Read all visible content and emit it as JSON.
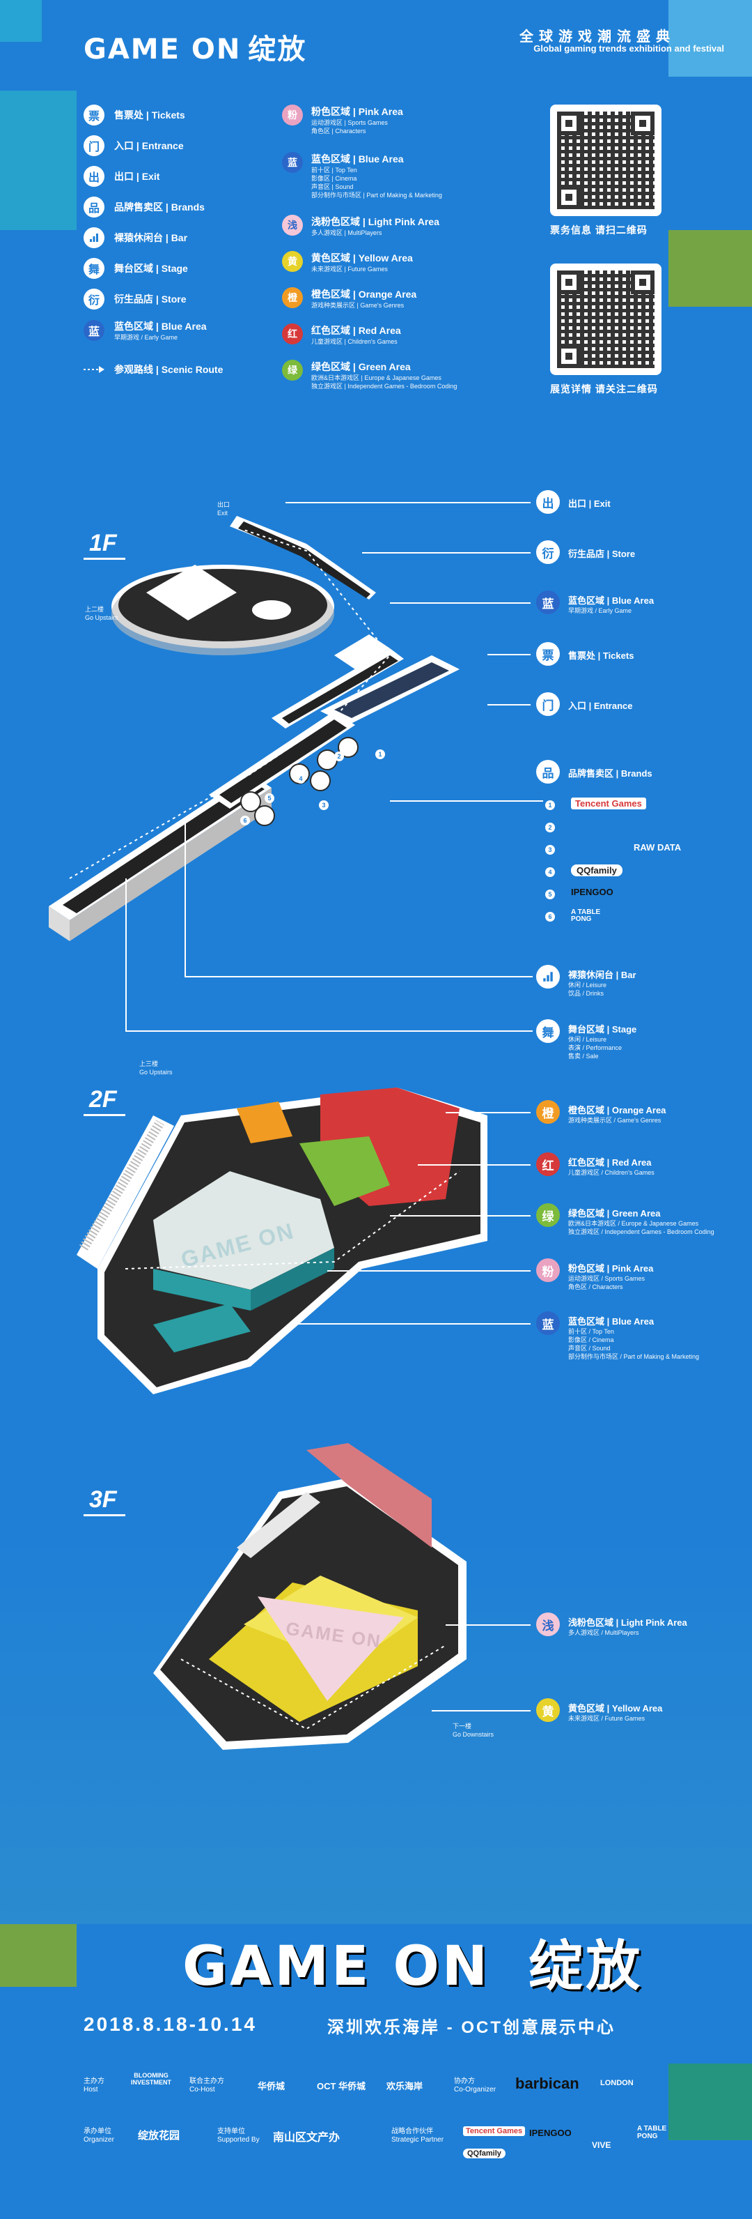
{
  "colors": {
    "bg": "#1f7fd6",
    "pink": "#e9a3c1",
    "blue": "#2a67c9",
    "light_pink": "#f3c6d8",
    "yellow": "#e6d22a",
    "orange": "#f19b23",
    "red": "#d6393a",
    "green": "#7dbb3c"
  },
  "header": {
    "logo": "GAME ON",
    "logo_cn": "绽放",
    "title_cn": "全球游戏潮流盛典",
    "title_en": "Global gaming trends exhibition and festival"
  },
  "legend": [
    {
      "icon": "票",
      "label": "售票处 | Tickets"
    },
    {
      "icon": "门",
      "label": "入口 | Entrance"
    },
    {
      "icon": "出",
      "label": "出口 | Exit"
    },
    {
      "icon": "品",
      "label": "品牌售卖区 | Brands"
    },
    {
      "icon": "",
      "label": "裸猿休闲台 | Bar"
    },
    {
      "icon": "舞",
      "label": "舞台区域 | Stage"
    },
    {
      "icon": "衍",
      "label": "衍生品店 | Store"
    },
    {
      "icon": "蓝",
      "label": "蓝色区域 | Blue Area",
      "sub": "早期游戏 / Early Game"
    },
    {
      "icon": "",
      "label": "参观路线 | Scenic Route"
    }
  ],
  "areas": [
    {
      "icon": "粉",
      "color": "#e9a3c1",
      "label": "粉色区域 | Pink Area",
      "sub": [
        "运动游戏区 | Sports Games",
        "角色区 | Characters"
      ]
    },
    {
      "icon": "蓝",
      "color": "#2a67c9",
      "label": "蓝色区域 | Blue Area",
      "sub": [
        "前十区 | Top Ten",
        "影像区 | Cinema",
        "声音区 | Sound",
        "部分制作与市场区 | Part of Making & Marketing"
      ]
    },
    {
      "icon": "浅",
      "color": "#f3c6d8",
      "label": "浅粉色区域 | Light Pink Area",
      "sub": [
        "多人游戏区 | MultiPlayers"
      ]
    },
    {
      "icon": "黄",
      "color": "#e6d22a",
      "label": "黄色区域 | Yellow Area",
      "sub": [
        "未来游戏区 | Future Games"
      ]
    },
    {
      "icon": "橙",
      "color": "#f19b23",
      "label": "橙色区域 | Orange Area",
      "sub": [
        "游戏种类展示区 | Game's Genres"
      ]
    },
    {
      "icon": "红",
      "color": "#d6393a",
      "label": "红色区域 | Red Area",
      "sub": [
        "儿童游戏区 | Children's Games"
      ]
    },
    {
      "icon": "绿",
      "color": "#7dbb3c",
      "label": "绿色区域 | Green Area",
      "sub": [
        "欧洲&日本游戏区 | Europe & Japanese Games",
        "独立游戏区 | Independent Games - Bedroom Coding"
      ]
    }
  ],
  "qr": [
    {
      "caption": "票务信息  请扫二维码"
    },
    {
      "caption": "展览详情  请关注二维码"
    }
  ],
  "floor1": {
    "label": "1F",
    "exit_small": "出口\nExit",
    "upstairs": "上二楼\nGo Upstairs",
    "callouts": [
      {
        "icon": "出",
        "label": "出口 | Exit"
      },
      {
        "icon": "衍",
        "label": "衍生品店 | Store"
      },
      {
        "icon": "蓝",
        "label": "蓝色区域 | Blue Area",
        "sub": "早期游戏 / Early Game"
      },
      {
        "icon": "票",
        "label": "售票处 | Tickets"
      },
      {
        "icon": "门",
        "label": "入口 | Entrance"
      },
      {
        "icon": "品",
        "label": "品牌售卖区 | Brands"
      },
      {
        "icon": "",
        "label": "裸猿休闲台 | Bar",
        "sub": "休闲 / Leisure\n饮品 / Drinks"
      },
      {
        "icon": "舞",
        "label": "舞台区域 | Stage",
        "sub": "休闲 / Leisure\n表演 / Performance\n售卖 / Sale"
      }
    ],
    "brands": [
      "Tencent Games",
      "",
      "RAW DATA",
      "QQfamily",
      "IPENGOO",
      "A TABLE PONG"
    ],
    "numbers": [
      "1",
      "2",
      "3",
      "4",
      "5",
      "6"
    ]
  },
  "floor2": {
    "label": "2F",
    "upstairs": "上三楼\nGo Upstairs",
    "callouts": [
      {
        "icon": "橙",
        "label": "橙色区域 | Orange Area",
        "sub": "游戏种类展示区 / Game's Genres"
      },
      {
        "icon": "红",
        "label": "红色区域 | Red Area",
        "sub": "儿童游戏区 / Children's Games"
      },
      {
        "icon": "绿",
        "label": "绿色区域 | Green Area",
        "sub": "欧洲&日本游戏区 / Europe & Japanese Games\n独立游戏区 / Independent Games - Bedroom Coding"
      },
      {
        "icon": "粉",
        "label": "粉色区域 | Pink Area",
        "sub": "运动游戏区 / Sports Games\n角色区 / Characters"
      },
      {
        "icon": "蓝",
        "label": "蓝色区域 | Blue Area",
        "sub": "前十区 / Top Ten\n影像区 / Cinema\n声音区 / Sound\n部分制作与市场区 / Part of Making & Marketing"
      }
    ]
  },
  "floor3": {
    "label": "3F",
    "downstairs": "下一楼\nGo Downstairs",
    "callouts": [
      {
        "icon": "浅",
        "label": "浅粉色区域 | Light Pink Area",
        "sub": "多人游戏区 / MultiPlayers"
      },
      {
        "icon": "黄",
        "label": "黄色区域 | Yellow Area",
        "sub": "未来游戏区 / Future Games"
      }
    ]
  },
  "footer": {
    "logo": "GAME ON",
    "logo_cn": "绽放",
    "date": "2018.8.18-10.14",
    "venue": "深圳欢乐海岸 - OCT创意展示中心",
    "credits_row1": [
      {
        "label": "主办方\nHost",
        "logo": "BLOOMING INVESTMENT"
      },
      {
        "label": "联合主办方\nCo-Host",
        "logo": "华侨城"
      },
      {
        "label": "",
        "logo": "OCT 华侨城"
      },
      {
        "label": "",
        "logo": "欢乐海岸"
      },
      {
        "label": "协办方\nCo-Organizer",
        "logo": "barbican"
      },
      {
        "label": "",
        "logo": "LONDON"
      }
    ],
    "credits_row2": [
      {
        "label": "承办单位\nOrganizer",
        "logo": "绽放花园"
      },
      {
        "label": "支持单位\nSupported By",
        "logo": "南山区文产办"
      },
      {
        "label": "战略合作伙伴\nStrategic Partner",
        "logo": "Tencent Games"
      },
      {
        "label": "",
        "logo": "IPENGOO"
      },
      {
        "label": "",
        "logo": "VIVE"
      },
      {
        "label": "",
        "logo": "A TABLE PONG"
      },
      {
        "label": "",
        "logo": "QQfamily"
      }
    ]
  }
}
